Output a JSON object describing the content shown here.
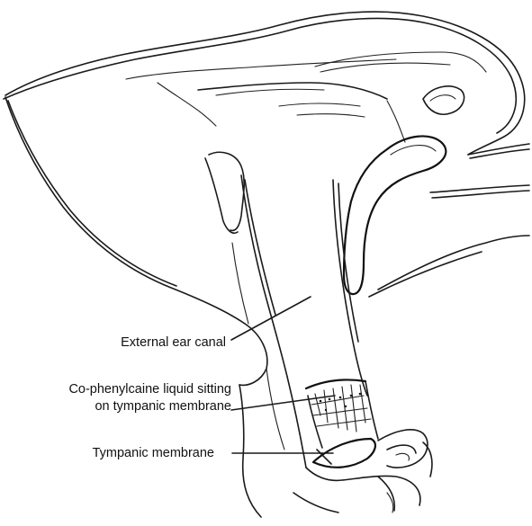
{
  "labels": {
    "external_ear_canal": "External ear canal",
    "liquid_line1": "Co-phenylcaine liquid sitting",
    "liquid_line2": "on tympanic membrane",
    "tympanic_membrane": "Tympanic membrane"
  },
  "colors": {
    "ink": "#1a1a1a",
    "background": "#ffffff"
  }
}
